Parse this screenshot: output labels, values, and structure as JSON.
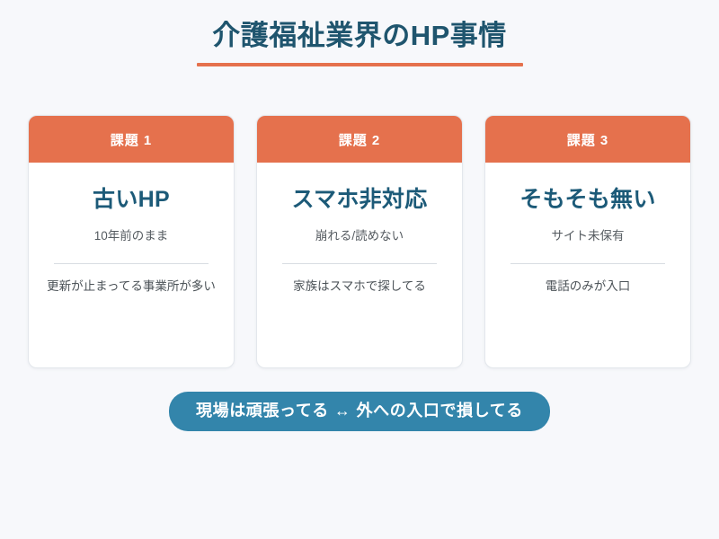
{
  "slide": {
    "title": "介護福祉業界のHP事情",
    "background_color": "#F7F8FB",
    "title_color": "#1F556E",
    "accent_color": "#E5714D",
    "pill_color": "#3385AB"
  },
  "cards": [
    {
      "badge": "課題 1",
      "title": "古いHP",
      "subtitle": "10年前のまま",
      "note": "更新が止まってる事業所が多い"
    },
    {
      "badge": "課題 2",
      "title": "スマホ非対応",
      "subtitle": "崩れる/読めない",
      "note": "家族はスマホで探してる"
    },
    {
      "badge": "課題 3",
      "title": "そもそも無い",
      "subtitle": "サイト未保有",
      "note": "電話のみが入口"
    }
  ],
  "footer": {
    "left_text": "現場は頑張ってる",
    "arrow": "↔",
    "right_text": "外への入口で損してる"
  }
}
